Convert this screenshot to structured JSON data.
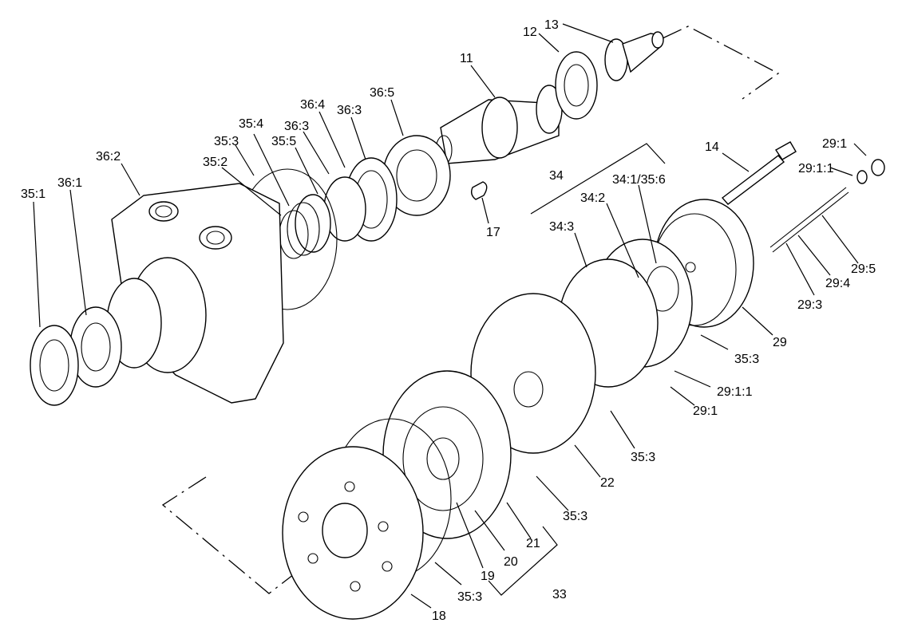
{
  "labels": {
    "l_13": "13",
    "l_12": "12",
    "l_11": "11",
    "l_36_5": "36:5",
    "l_36_4": "36:4",
    "l_36_3a": "36:3",
    "l_36_3b": "36:3",
    "l_35_4": "35:4",
    "l_35_3a": "35:3",
    "l_35_5": "35:5",
    "l_35_2": "35:2",
    "l_36_2": "36:2",
    "l_36_1": "36:1",
    "l_35_1": "35:1",
    "l_14": "14",
    "l_29_1a": "29:1",
    "l_29_1_1a": "29:1:1",
    "l_34": "34",
    "l_34_1": "34:1/35:6",
    "l_34_2": "34:2",
    "l_34_3": "34:3",
    "l_17": "17",
    "l_29_5": "29:5",
    "l_29_4": "29:4",
    "l_29_3": "29:3",
    "l_29": "29",
    "l_35_3b": "35:3",
    "l_29_1_1b": "29:1:1",
    "l_29_1b": "29:1",
    "l_35_3c": "35:3",
    "l_22": "22",
    "l_35_3d": "35:3",
    "l_21": "21",
    "l_20": "20",
    "l_19": "19",
    "l_33": "33",
    "l_35_3e": "35:3",
    "l_18": "18"
  }
}
